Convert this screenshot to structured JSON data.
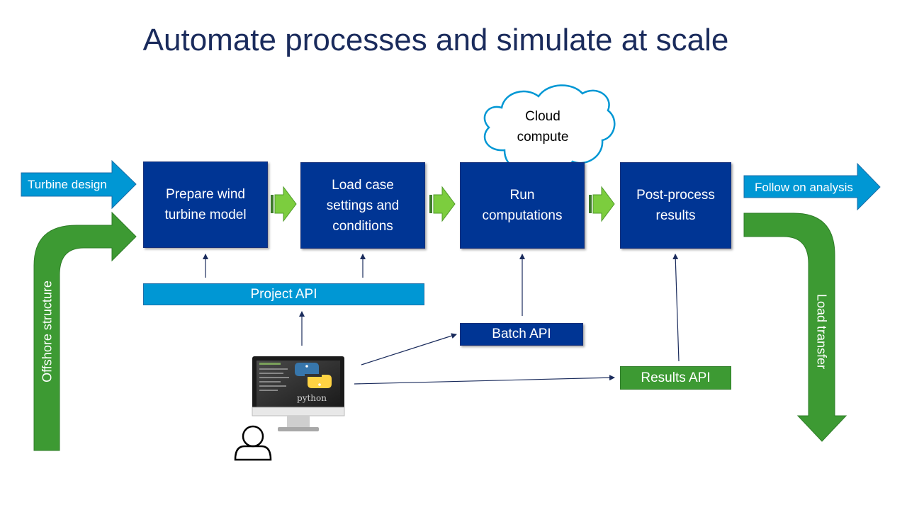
{
  "title": "Automate processes and simulate at scale",
  "inputs": {
    "turbine_design": "Turbine design",
    "offshore_structure": "Offshore structure"
  },
  "outputs": {
    "follow_on": "Follow on analysis",
    "load_transfer": "Load transfer"
  },
  "steps": {
    "prepare": "Prepare wind turbine model",
    "load_case": "Load case settings and conditions",
    "run": "Run computations",
    "post": "Post-process results"
  },
  "cloud": "Cloud compute",
  "apis": {
    "project": "Project API",
    "batch": "Batch API",
    "results": "Results API"
  },
  "monitor_logo": "python",
  "colors": {
    "step_blue": "#003594",
    "light_blue": "#0097d4",
    "green": "#3d9a33",
    "light_green": "#7ccd3e"
  }
}
